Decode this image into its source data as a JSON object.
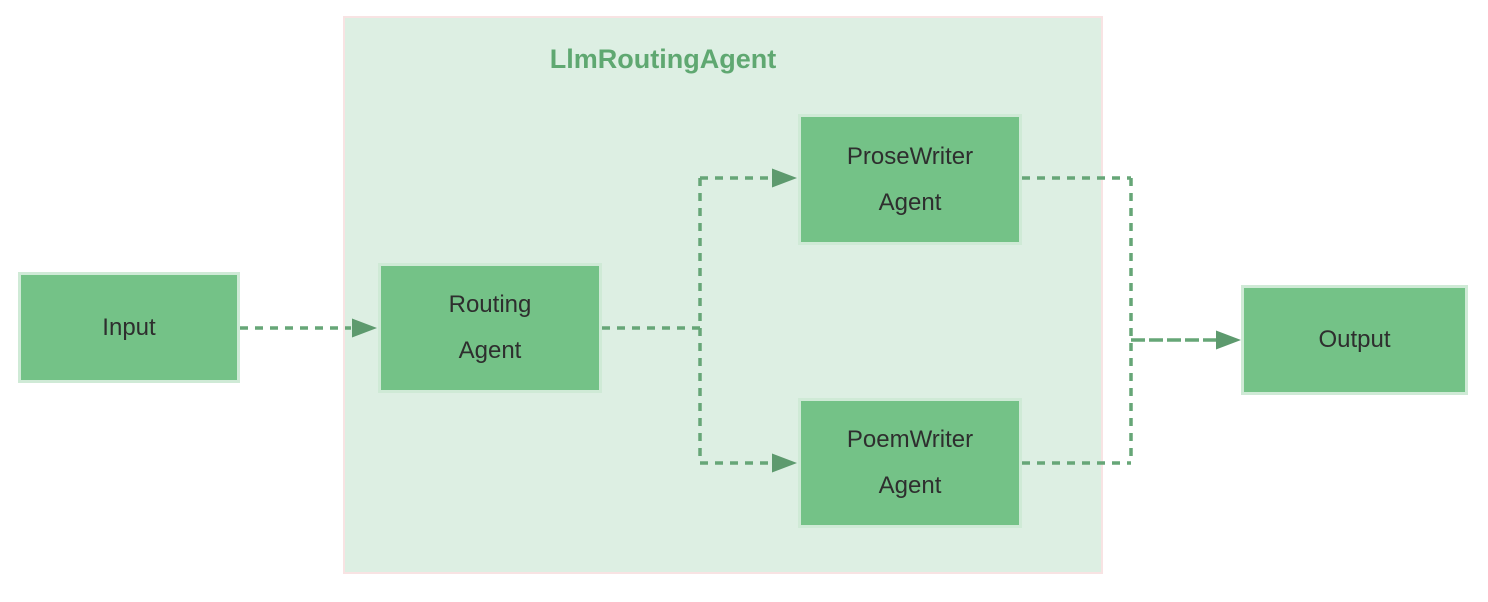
{
  "diagram": {
    "title": "LlmRoutingAgent",
    "nodes": {
      "input": {
        "label": "Input"
      },
      "routing": {
        "label": "Routing\nAgent"
      },
      "prose_writer": {
        "label": "ProseWriter\nAgent"
      },
      "poem_writer": {
        "label": "PoemWriter\nAgent"
      },
      "output": {
        "label": "Output"
      }
    },
    "edges": [
      {
        "from": "Input",
        "to": "Routing Agent",
        "style": "dashed-arrow"
      },
      {
        "from": "Routing Agent",
        "to": "ProseWriter Agent",
        "style": "dashed-arrow"
      },
      {
        "from": "Routing Agent",
        "to": "PoemWriter Agent",
        "style": "dashed-arrow"
      },
      {
        "from": "ProseWriter Agent",
        "to": "Output",
        "style": "dashed-arrow"
      },
      {
        "from": "PoemWriter Agent",
        "to": "Output",
        "style": "dashed-arrow"
      }
    ]
  },
  "colors": {
    "node-fill": "#74c287",
    "node-border": "#cfead6",
    "node-text": "#2e2e2e",
    "container-fill": "#ddefe3",
    "container-border": "#f8e3e3",
    "title-text": "#5fa871",
    "edge-stroke": "#66a677",
    "arrowhead-fill": "#5d9a6e",
    "page-bg": "#ffffff"
  }
}
